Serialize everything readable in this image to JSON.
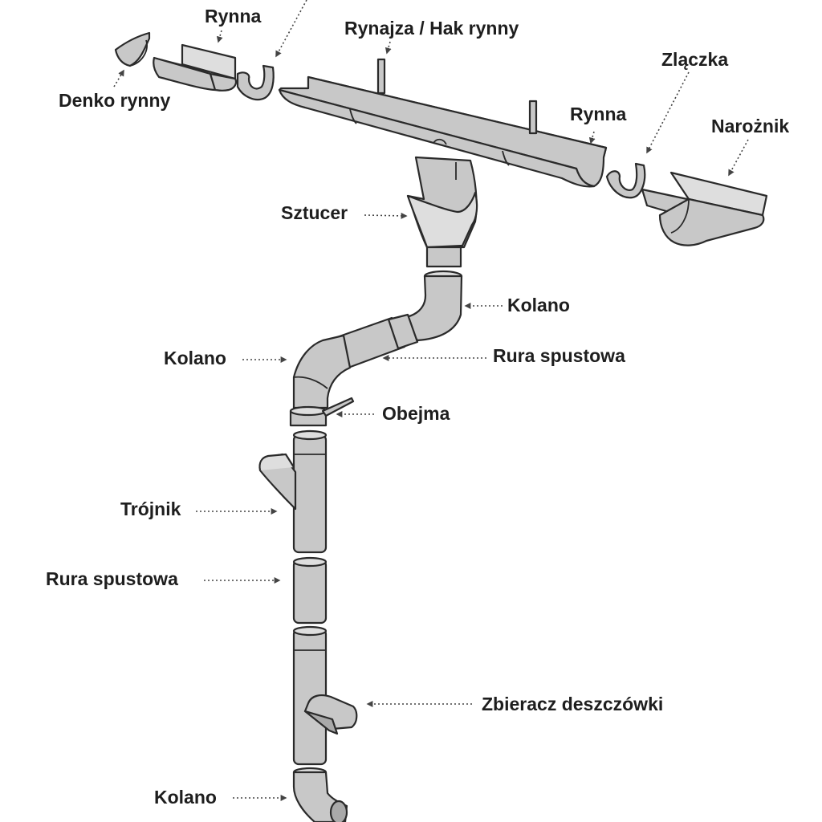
{
  "diagram": {
    "title": "Exploded view of a gutter and downpipe system",
    "colors": {
      "background": "#ffffff",
      "part_fill": "#c8c8c8",
      "part_outline": "#2a2a2a",
      "label_text": "#1e1e1e",
      "leader_line": "#444444"
    },
    "labels": {
      "rynna_top": "Rynna",
      "denko": "Denko rynny",
      "rynajza": "Rynajza / Hak rynny",
      "zlaczka": "Zlączka",
      "rynna_right": "Rynna",
      "naroznik": "Narożnik",
      "sztucer": "Sztucer",
      "kolano_upper": "Kolano",
      "kolano_left": "Kolano",
      "rura_upper": "Rura spustowa",
      "obejma": "Obejma",
      "trojnik": "Trójnik",
      "rura_lower": "Rura spustowa",
      "zbieracz": "Zbieracz deszczówki",
      "kolano_bottom": "Kolano"
    },
    "parts": [
      "gutter-end-cap",
      "short-gutter",
      "gutter-joint",
      "long-gutter",
      "gutter-hook",
      "gutter-hook",
      "gutter-joint",
      "corner-gutter",
      "outlet",
      "elbow",
      "downpipe",
      "elbow",
      "pipe-clamp",
      "tee-branch",
      "downpipe",
      "rainwater-collector",
      "bottom-elbow"
    ]
  }
}
